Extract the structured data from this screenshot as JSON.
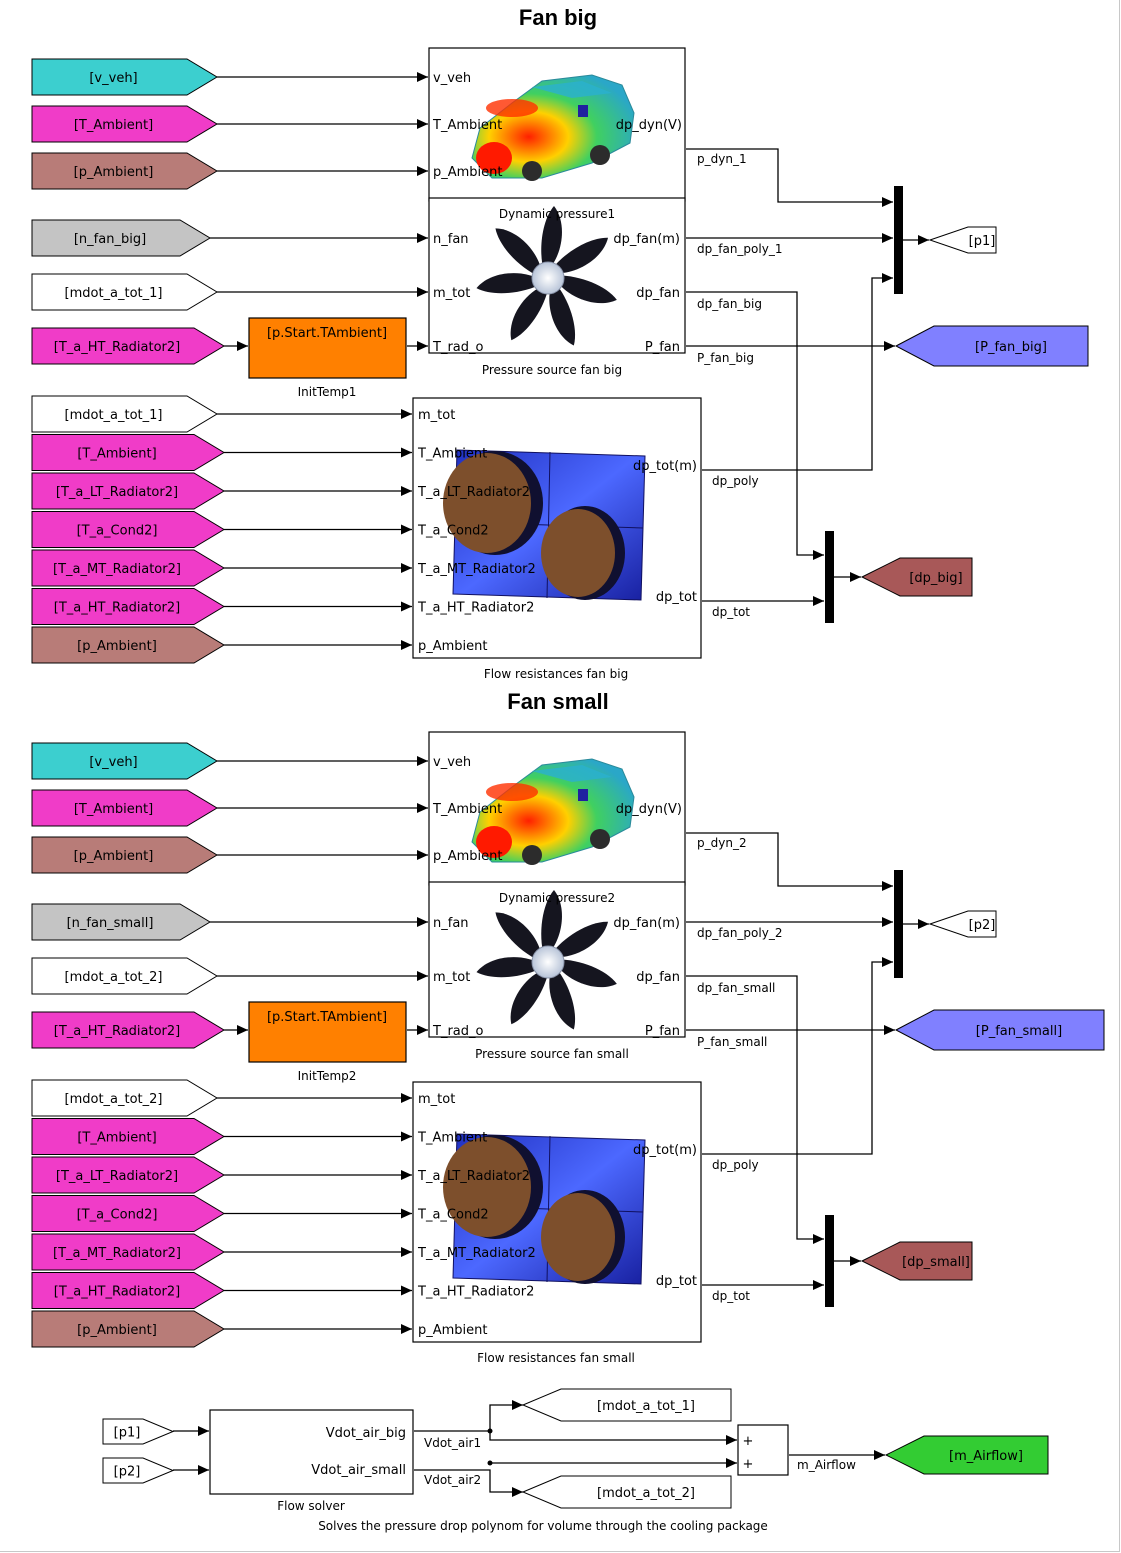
{
  "titles": {
    "big": "Fan big",
    "small": "Fan small"
  },
  "colors": {
    "cyan": "#3ccfcf",
    "magenta": "#f03cc8",
    "rose": "#b87c78",
    "gray": "#c4c4c4",
    "white": "#ffffff",
    "orange": "#ff8000",
    "periwinkle": "#8080ff",
    "brownred": "#a85858",
    "green": "#33cc33"
  },
  "from_tags": {
    "big": [
      {
        "label": "[v_veh]",
        "color": "cyan"
      },
      {
        "label": "[T_Ambient]",
        "color": "magenta"
      },
      {
        "label": "[p_Ambient]",
        "color": "rose"
      },
      {
        "label": "[n_fan_big]",
        "color": "gray"
      },
      {
        "label": "[mdot_a_tot_1]",
        "color": "white"
      },
      {
        "label": "[T_a_HT_Radiator2]",
        "color": "magenta"
      },
      {
        "label": "[mdot_a_tot_1]",
        "color": "white"
      },
      {
        "label": "[T_Ambient]",
        "color": "magenta"
      },
      {
        "label": "[T_a_LT_Radiator2]",
        "color": "magenta"
      },
      {
        "label": "[T_a_Cond2]",
        "color": "magenta"
      },
      {
        "label": "[T_a_MT_Radiator2]",
        "color": "magenta"
      },
      {
        "label": "[T_a_HT_Radiator2]",
        "color": "magenta"
      },
      {
        "label": "[p_Ambient]",
        "color": "rose"
      }
    ],
    "small": [
      {
        "label": "[v_veh]",
        "color": "cyan"
      },
      {
        "label": "[T_Ambient]",
        "color": "magenta"
      },
      {
        "label": "[p_Ambient]",
        "color": "rose"
      },
      {
        "label": "[n_fan_small]",
        "color": "gray"
      },
      {
        "label": "[mdot_a_tot_2]",
        "color": "white"
      },
      {
        "label": "[T_a_HT_Radiator2]",
        "color": "magenta"
      },
      {
        "label": "[mdot_a_tot_2]",
        "color": "white"
      },
      {
        "label": "[T_Ambient]",
        "color": "magenta"
      },
      {
        "label": "[T_a_LT_Radiator2]",
        "color": "magenta"
      },
      {
        "label": "[T_a_Cond2]",
        "color": "magenta"
      },
      {
        "label": "[T_a_MT_Radiator2]",
        "color": "magenta"
      },
      {
        "label": "[T_a_HT_Radiator2]",
        "color": "magenta"
      },
      {
        "label": "[p_Ambient]",
        "color": "rose"
      }
    ]
  },
  "blocks": {
    "dyn": {
      "inputs": [
        "v_veh",
        "T_Ambient",
        "p_Ambient"
      ],
      "output": "dp_dyn(V)",
      "names": [
        "Dynamic pressure1",
        "Dynamic pressure2"
      ]
    },
    "fan": {
      "inputs": [
        "n_fan",
        "m_tot",
        "T_rad_o"
      ],
      "outputs": [
        "dp_fan(m)",
        "dp_fan",
        "P_fan"
      ],
      "names": [
        "Pressure source fan big",
        "Pressure source fan small"
      ]
    },
    "init": {
      "label": "[p.Start.TAmbient]",
      "names": [
        "InitTemp1",
        "InitTemp2"
      ]
    },
    "flow": {
      "inputs": [
        "m_tot",
        "T_Ambient",
        "T_a_LT_Radiator2",
        "T_a_Cond2",
        "T_a_MT_Radiator2",
        "T_a_HT_Radiator2",
        "p_Ambient"
      ],
      "outputs": [
        "dp_tot(m)",
        "dp_tot"
      ],
      "names": [
        "Flow resistances fan big",
        "Flow resistances fan small"
      ]
    }
  },
  "signals": {
    "big": {
      "p_dyn": "p_dyn_1",
      "dp_fan_poly": "dp_fan_poly_1",
      "dp_fan": "dp_fan_big",
      "P_fan": "P_fan_big",
      "dp_poly": "dp_poly",
      "dp_tot": "dp_tot"
    },
    "small": {
      "p_dyn": "p_dyn_2",
      "dp_fan_poly": "dp_fan_poly_2",
      "dp_fan": "dp_fan_small",
      "P_fan": "P_fan_small",
      "dp_poly": "dp_poly",
      "dp_tot": "dp_tot"
    }
  },
  "goto_tags": {
    "big": {
      "p": "[p1]",
      "P_fan": "[P_fan_big]",
      "dp": "[dp_big]"
    },
    "small": {
      "p": "[p2]",
      "P_fan": "[P_fan_small]",
      "dp": "[dp_small]"
    }
  },
  "solver": {
    "in_tags": [
      "[p1]",
      "[p2]"
    ],
    "ports": [
      "Vdot_air_big",
      "Vdot_air_small"
    ],
    "name": "Flow solver",
    "wires": [
      "Vdot_air1",
      "Vdot_air2",
      "m_Airflow"
    ],
    "goto_mdot": [
      "[mdot_a_tot_1]",
      "[mdot_a_tot_2]"
    ],
    "out_tag": "[m_Airflow]",
    "sum_signs": [
      "+",
      "+"
    ],
    "description": "Solves the pressure drop polynom for volume through the cooling package"
  }
}
